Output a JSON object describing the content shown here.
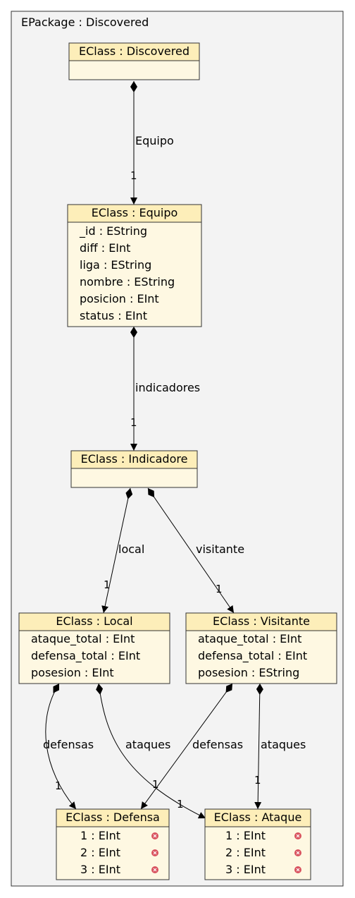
{
  "package": {
    "title": "EPackage : Discovered"
  },
  "classes": {
    "discovered": {
      "title": "EClass : Discovered",
      "attributes": []
    },
    "equipo": {
      "title": "EClass : Equipo",
      "attributes": [
        "_id : EString",
        "diff : EInt",
        "liga : EString",
        "nombre : EString",
        "posicion : EInt",
        "status : EInt"
      ]
    },
    "indicadore": {
      "title": "EClass : Indicadore",
      "attributes": []
    },
    "local": {
      "title": "EClass : Local",
      "attributes": [
        "ataque_total : EInt",
        "defensa_total : EInt",
        "posesion : EInt"
      ]
    },
    "visitante": {
      "title": "EClass : Visitante",
      "attributes": [
        "ataque_total : EInt",
        "defensa_total : EInt",
        "posesion : EString"
      ]
    },
    "defensa": {
      "title": "EClass : Defensa",
      "attributes": [
        "1 : EInt",
        "2 : EInt",
        "3 : EInt"
      ]
    },
    "ataque": {
      "title": "EClass : Ataque",
      "attributes": [
        "1 : EInt",
        "2 : EInt",
        "3 : EInt"
      ]
    }
  },
  "edges": [
    {
      "from": "EClass : Discovered",
      "to": "EClass : Equipo",
      "label": "Equipo",
      "multiplicity": "1"
    },
    {
      "from": "EClass : Equipo",
      "to": "EClass : Indicadore",
      "label": "indicadores",
      "multiplicity": "1"
    },
    {
      "from": "EClass : Indicadore",
      "to": "EClass : Local",
      "label": "local",
      "multiplicity": "1"
    },
    {
      "from": "EClass : Indicadore",
      "to": "EClass : Visitante",
      "label": "visitante",
      "multiplicity": "1"
    },
    {
      "from": "EClass : Local",
      "to": "EClass : Defensa",
      "label": "defensas",
      "multiplicity": "1"
    },
    {
      "from": "EClass : Local",
      "to": "EClass : Ataque",
      "label": "ataques",
      "multiplicity": "1"
    },
    {
      "from": "EClass : Visitante",
      "to": "EClass : Defensa",
      "label": "defensas",
      "multiplicity": "1"
    },
    {
      "from": "EClass : Visitante",
      "to": "EClass : Ataque",
      "label": "ataques",
      "multiplicity": "1"
    }
  ],
  "colors": {
    "class_header": "#fdeeb9",
    "class_body": "#fef8e2",
    "package_fill": "#f3f3f3",
    "error_icon": "#d9535f"
  },
  "icons": {
    "literal_marker": "error-icon"
  }
}
